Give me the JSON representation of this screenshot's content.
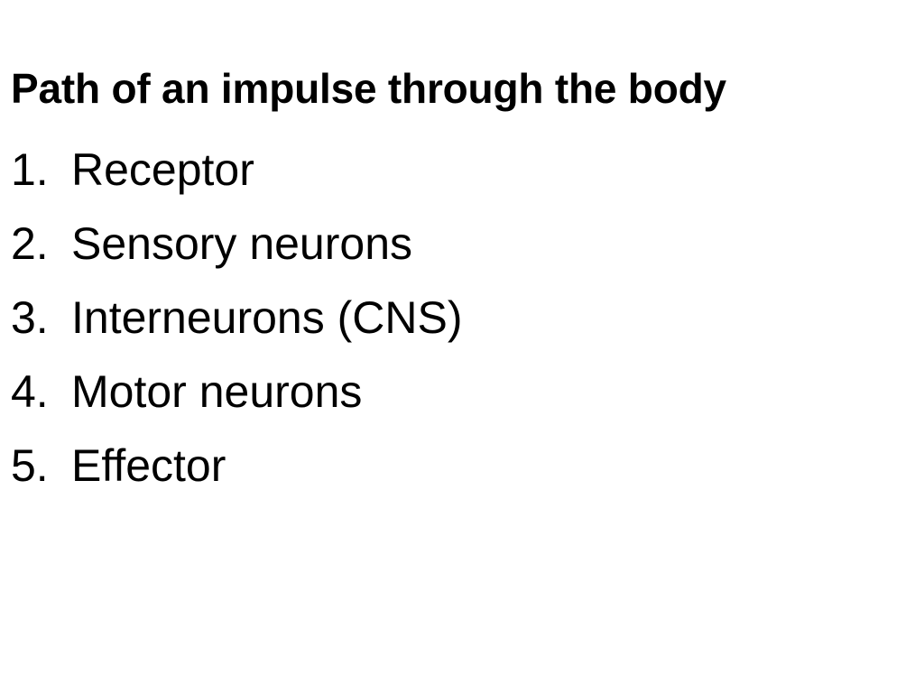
{
  "slide": {
    "title": "Path of an impulse through the body",
    "steps": [
      {
        "number": "1.",
        "label": "Receptor"
      },
      {
        "number": "2.",
        "label": "Sensory neurons"
      },
      {
        "number": "3.",
        "label": "Interneurons (CNS)"
      },
      {
        "number": "4.",
        "label": "Motor neurons"
      },
      {
        "number": "5.",
        "label": "Effector"
      }
    ]
  }
}
